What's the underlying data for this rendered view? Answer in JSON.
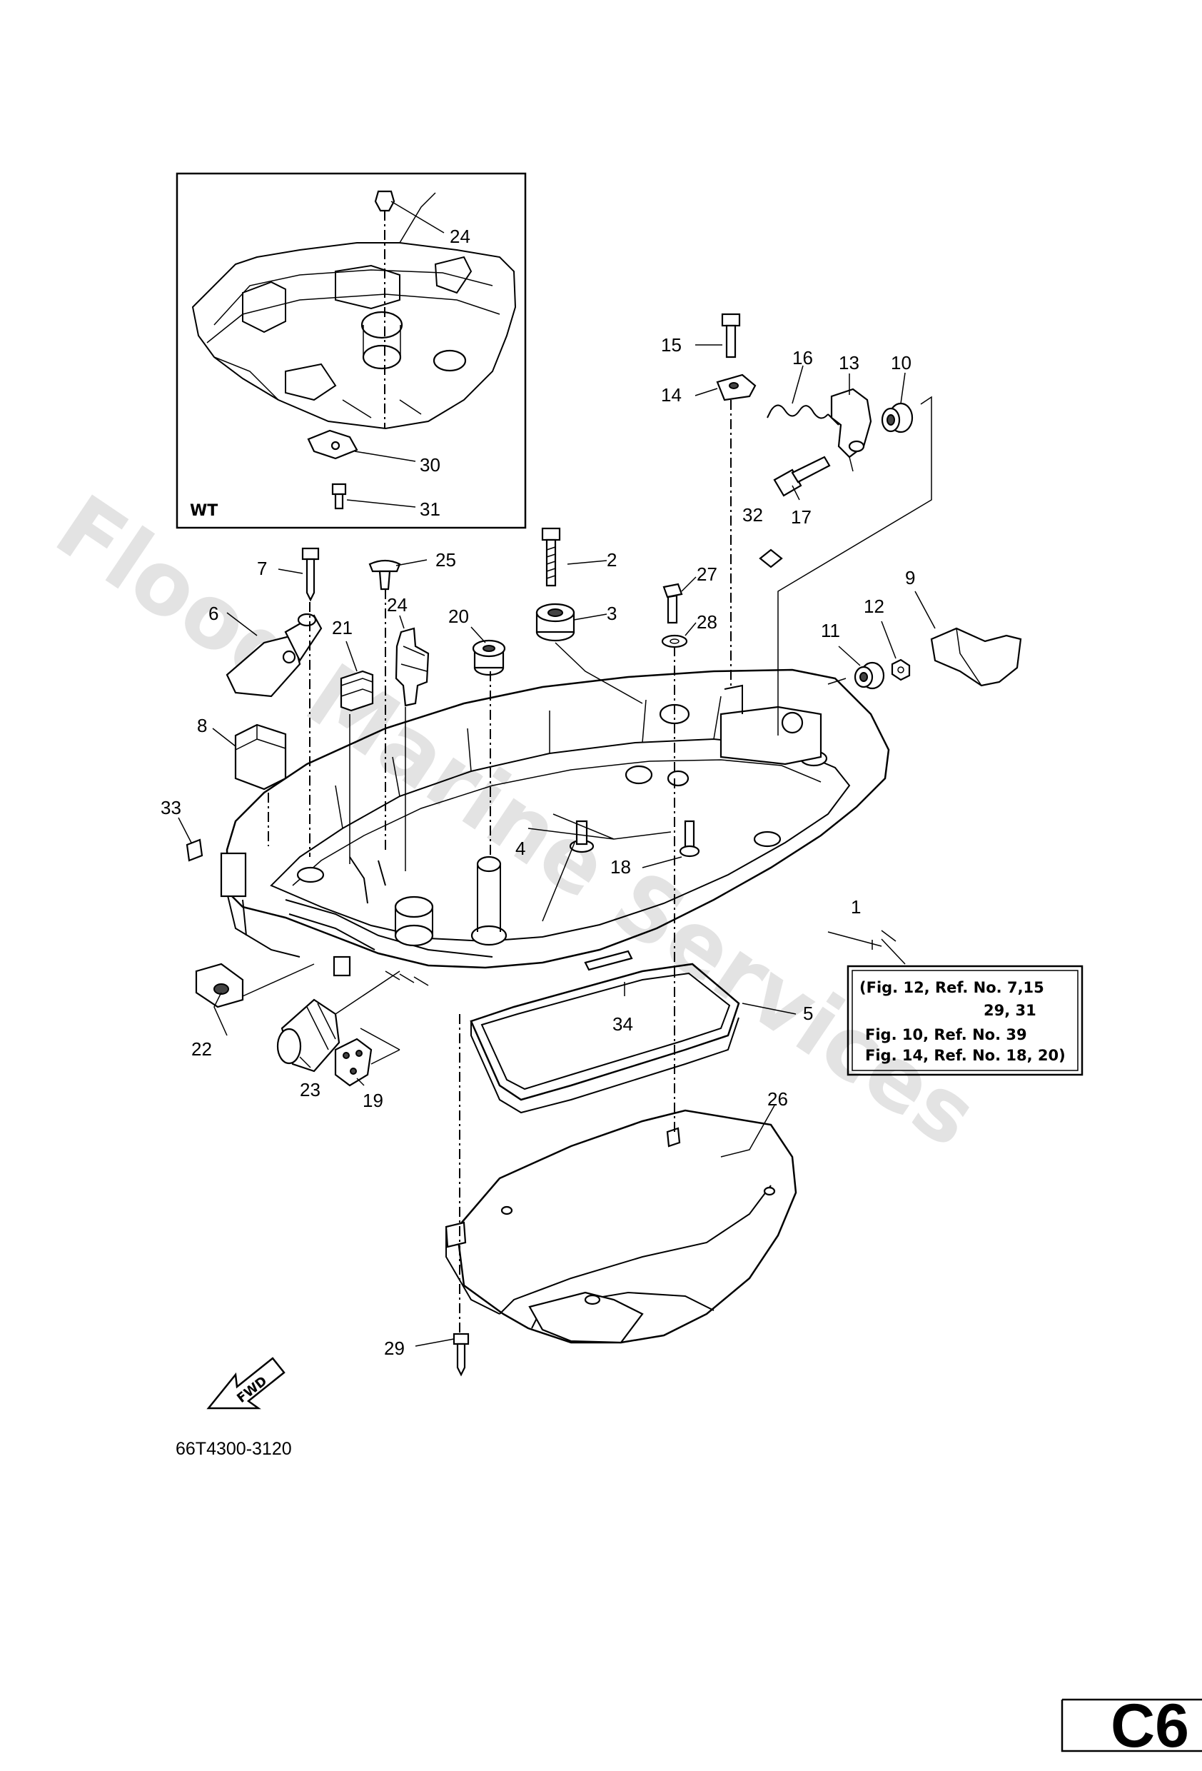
{
  "diagram_code": "66T4300-3120",
  "page_marker": "C6",
  "watermark": "Flood Marine Services",
  "inset": {
    "label": "WT"
  },
  "fwd_arrow_label": "FWD",
  "note_lines": [
    "(Fig. 12, Ref. No. 7,15",
    "29, 31",
    "Fig. 10, Ref. No. 39",
    "Fig. 14, Ref. No. 18, 20)"
  ],
  "callouts": {
    "c1": "1",
    "c2": "2",
    "c3": "3",
    "c4": "4",
    "c5": "5",
    "c6": "6",
    "c7": "7",
    "c8": "8",
    "c9": "9",
    "c10": "10",
    "c11": "11",
    "c12": "12",
    "c13": "13",
    "c14": "14",
    "c15": "15",
    "c16": "16",
    "c17": "17",
    "c18": "18",
    "c19": "19",
    "c20": "20",
    "c21": "21",
    "c22": "22",
    "c23": "23",
    "c24": "24",
    "c24_inset": "24",
    "c25": "25",
    "c26": "26",
    "c27": "27",
    "c28": "28",
    "c29": "29",
    "c30": "30",
    "c31": "31",
    "c32": "32",
    "c33": "33",
    "c34": "34"
  }
}
